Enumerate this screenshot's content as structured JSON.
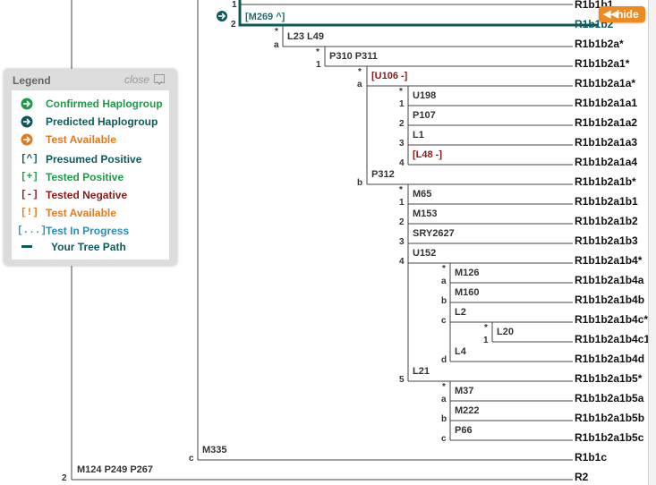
{
  "legend": {
    "title": "Legend",
    "close_label": "close",
    "items": [
      {
        "icon": "arrow-circle",
        "icon_color": "#1e9a4a",
        "label": "Confirmed Haplogroup",
        "color": "#1e9a4a"
      },
      {
        "icon": "arrow-circle",
        "icon_color": "#0e5a5a",
        "label": "Predicted Haplogroup",
        "color": "#0e5a5a"
      },
      {
        "icon": "arrow-circle",
        "icon_color": "#e27a1e",
        "label": "Test Available",
        "color": "#e27a1e"
      },
      {
        "icon": "[^]",
        "icon_color": "#0e5a5a",
        "label": "Presumed Positive",
        "color": "#0e5a5a"
      },
      {
        "icon": "[+]",
        "icon_color": "#1e9a4a",
        "label": "Tested Positive",
        "color": "#1e9a4a"
      },
      {
        "icon": "[-]",
        "icon_color": "#8b1a1a",
        "label": "Tested Negative",
        "color": "#8b1a1a"
      },
      {
        "icon": "[!]",
        "icon_color": "#e27a1e",
        "label": "Test Available",
        "color": "#e27a1e"
      },
      {
        "icon": "[...]",
        "icon_color": "#2a8fb5",
        "label": "Test In Progress",
        "color": "#2a8fb5"
      },
      {
        "icon": "bar",
        "icon_color": "#0e5a5a",
        "label": "Your Tree Path",
        "color": "#0e5a5a"
      }
    ]
  },
  "hide_button": {
    "label": "hide",
    "arrow": "◀◀"
  },
  "tree": {
    "path_color": "#0e5a5a",
    "marker_labels": {
      "m_1_top": "1",
      "m_2_top": "2",
      "m_a1": "a",
      "m_star1": "*",
      "m_1b": "1",
      "m_star2": "*",
      "m_a2": "a",
      "m_star3": "*",
      "m_star4": "*",
      "m_1c": "1",
      "m_2c": "2",
      "m_3c": "3",
      "m_4c": "4",
      "m_b1": "b",
      "m_star5": "*",
      "m_1d": "1",
      "m_2d": "2",
      "m_3d": "3",
      "m_4d": "4",
      "m_star6": "*",
      "m_a3": "a",
      "m_b2": "b",
      "m_c1": "c",
      "m_star7": "*",
      "m_1e": "1",
      "m_d1": "d",
      "m_5": "5",
      "m_star8": "*",
      "m_a4": "a",
      "m_b3": "b",
      "m_c2": "c",
      "m_c3": "c",
      "m_2e": "2"
    },
    "snps": {
      "m269": "[M269 ^]",
      "l23": "L23 L49",
      "p310": "P310 P311",
      "u106": "[U106 -]",
      "u198": "U198",
      "p107": "P107",
      "l1": "L1",
      "l48": "[L48 -]",
      "p312": "P312",
      "m65": "M65",
      "m153": "M153",
      "sry": "SRY2627",
      "u152": "U152",
      "m126": "M126",
      "m160": "M160",
      "l2": "L2",
      "l20": "L20",
      "l4": "L4",
      "l21": "L21",
      "m37": "M37",
      "m222": "M222",
      "p66": "P66",
      "m335": "M335",
      "m124": "M124 P249 P267"
    },
    "haplogroups": {
      "h_r1b1b1": "R1b1b1",
      "h_r1b1b2": "R1b1b2",
      "h_r1b1b2a": "R1b1b2a*",
      "h_r1b1b2a1": "R1b1b2a1*",
      "h_a1a": "R1b1b2a1a*",
      "h_a1a1": "R1b1b2a1a1",
      "h_a1a2": "R1b1b2a1a2",
      "h_a1a3": "R1b1b2a1a3",
      "h_a1a4": "R1b1b2a1a4",
      "h_a1b": "R1b1b2a1b*",
      "h_a1b1": "R1b1b2a1b1",
      "h_a1b2": "R1b1b2a1b2",
      "h_a1b3": "R1b1b2a1b3",
      "h_a1b4": "R1b1b2a1b4*",
      "h_a1b4a": "R1b1b2a1b4a",
      "h_a1b4b": "R1b1b2a1b4b",
      "h_a1b4c": "R1b1b2a1b4c*",
      "h_a1b4c1": "R1b1b2a1b4c1",
      "h_a1b4d": "R1b1b2a1b4d",
      "h_a1b5": "R1b1b2a1b5*",
      "h_a1b5a": "R1b1b2a1b5a",
      "h_a1b5b": "R1b1b2a1b5b",
      "h_a1b5c": "R1b1b2a1b5c",
      "h_r1b1c": "R1b1c",
      "h_r2": "R2"
    }
  }
}
